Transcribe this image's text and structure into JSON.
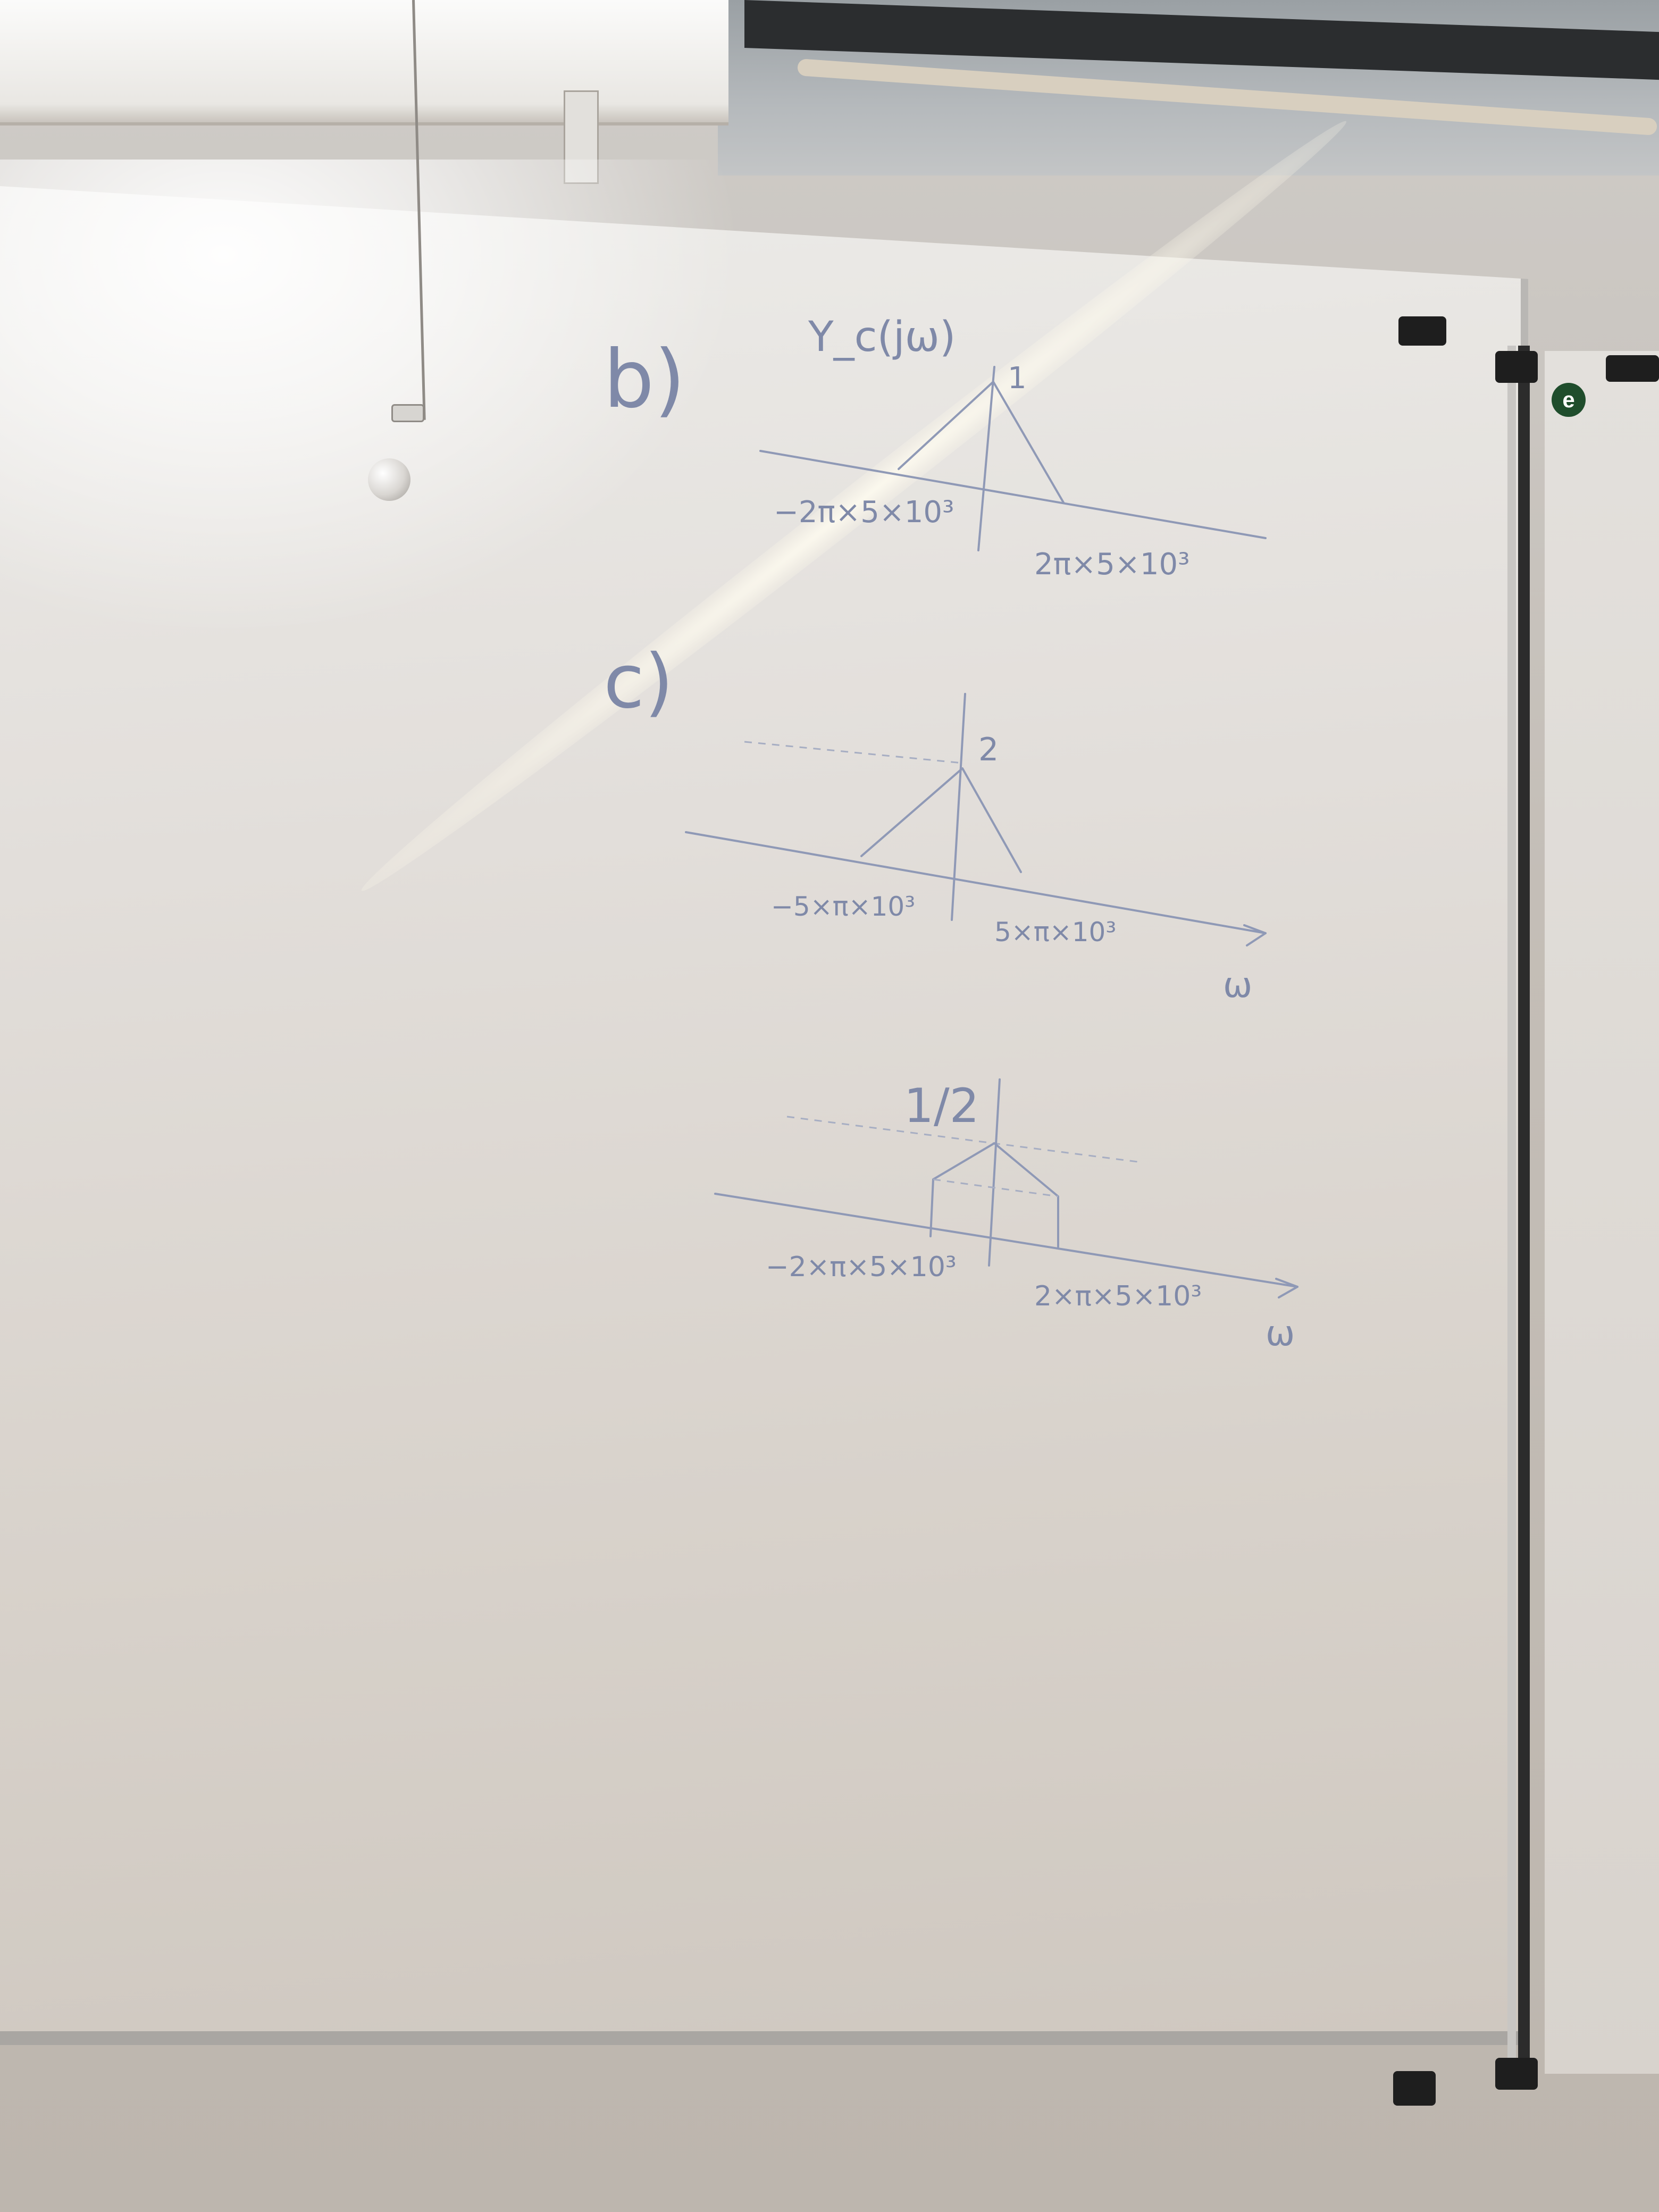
{
  "whiteboard": {
    "logo": "e",
    "part_b": {
      "label": "b)",
      "title": "Y_c(jω)",
      "peak": "1",
      "left_tick": "−2π×5×10³",
      "right_tick": "2π×5×10³"
    },
    "part_c": {
      "label": "c)",
      "peak": "2",
      "left_tick": "−5×π×10³",
      "right_tick": "5×π×10³",
      "axis_symbol": "ω"
    },
    "part_d": {
      "peak": "1/2",
      "left_tick": "−2×π×5×10³",
      "right_tick": "2×π×5×10³",
      "axis_symbol": "ω"
    }
  },
  "colors": {
    "marker_ink": "#8f99b6",
    "board": "#e2deda",
    "frame": "#2c2c2c"
  }
}
